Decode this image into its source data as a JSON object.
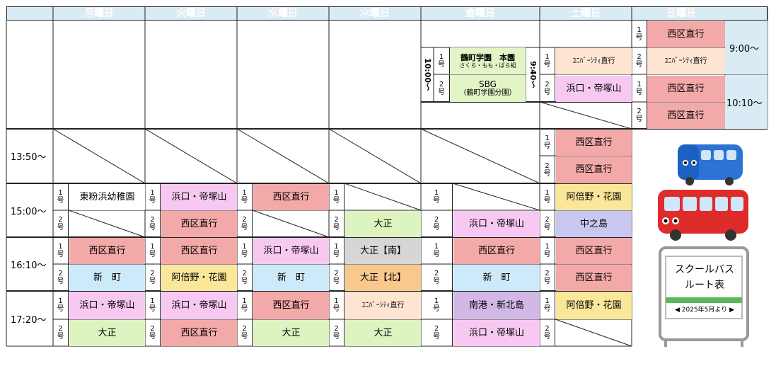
{
  "days": [
    {
      "label": "月曜日",
      "color": "#e06ab8"
    },
    {
      "label": "火曜日",
      "color": "#6dbf3d"
    },
    {
      "label": "水曜日",
      "color": "#e35a8a"
    },
    {
      "label": "木曜日",
      "color": "#5a8bd6"
    },
    {
      "label": "金曜日",
      "color": "#e8c12a"
    },
    {
      "label": "土曜日",
      "color": "#2f9bd8"
    },
    {
      "label": "日曜日",
      "color": "#e23a3a"
    }
  ],
  "times": {
    "t1350": "13:50～",
    "t1500": "15:00～",
    "t1610": "16:10～",
    "t1720": "17:20～",
    "t900": "9:00～",
    "t1010": "10:10～"
  },
  "bus": {
    "n1": "1",
    "n2": "2",
    "go": "号"
  },
  "colors": {
    "nishi": "#f4a9a9",
    "hama": "#f7c9f2",
    "taisho": "#ddf3c0",
    "abeno": "#fbe79a",
    "shinmachi": "#cdeafb",
    "naka": "#c9c7f0",
    "nankou": "#d2b8e6",
    "yuko": "#fde5d2",
    "taisho_s": "#d6d6d6",
    "taisho_n": "#f9c88d",
    "tsuru": "#e2f5c6",
    "header": "#d9ecf5"
  },
  "routes": {
    "nishi": "西区直行",
    "hama": "浜口・帝塚山",
    "taisho": "大正",
    "abeno": "阿倍野・花園",
    "shinmachi": "新　町",
    "naka": "中之島",
    "nankou": "南港・新北島",
    "yuko": "ﾕﾆﾊﾞｰｼﾃｨ直行",
    "higashi": "東粉浜幼稚園",
    "taisho_s": "大正【南】",
    "taisho_n": "大正【北】",
    "tsuru_main": "鶴町学園　本園",
    "tsuru_sub": "さくら・もも・ばら組",
    "sbg": "SBG",
    "sbg_sub": "（鶴町学園分園）",
    "fri_t1": "10:00～",
    "fri_t2": "9:40～"
  },
  "sign": {
    "line1": "スクールバス",
    "line2": "ルート表",
    "date": "2025年5月より"
  }
}
